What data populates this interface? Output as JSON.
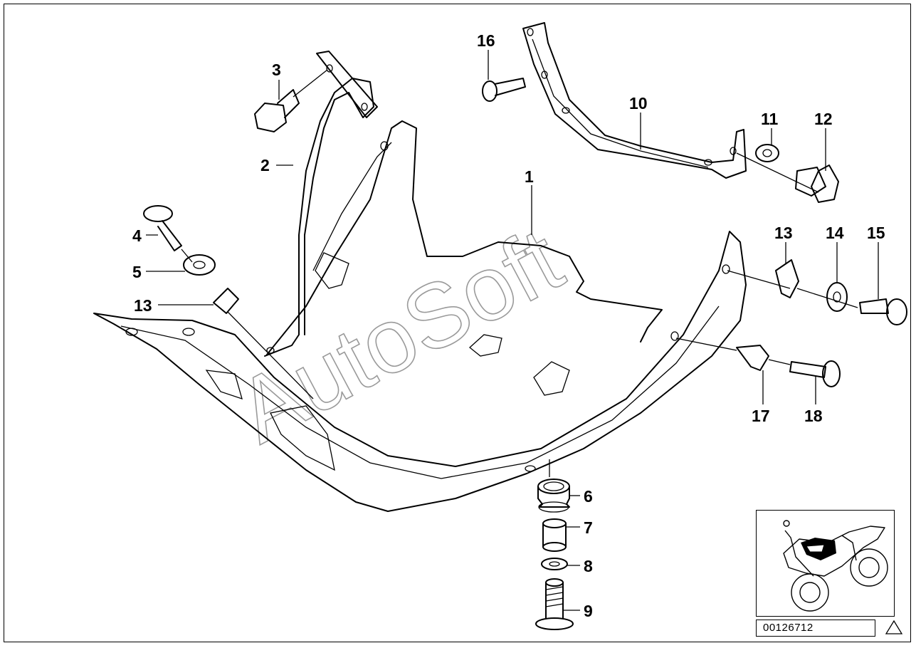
{
  "watermark": "AutoSoft",
  "callouts": [
    "1",
    "2",
    "3",
    "4",
    "5",
    "13",
    "16",
    "10",
    "11",
    "12",
    "13",
    "14",
    "15",
    "17",
    "18",
    "6",
    "7",
    "8",
    "9"
  ],
  "document_number": "00126712",
  "icons": {
    "warning": "warning-triangle-icon",
    "vehicle": "motorcycle-thumbnail-icon"
  }
}
